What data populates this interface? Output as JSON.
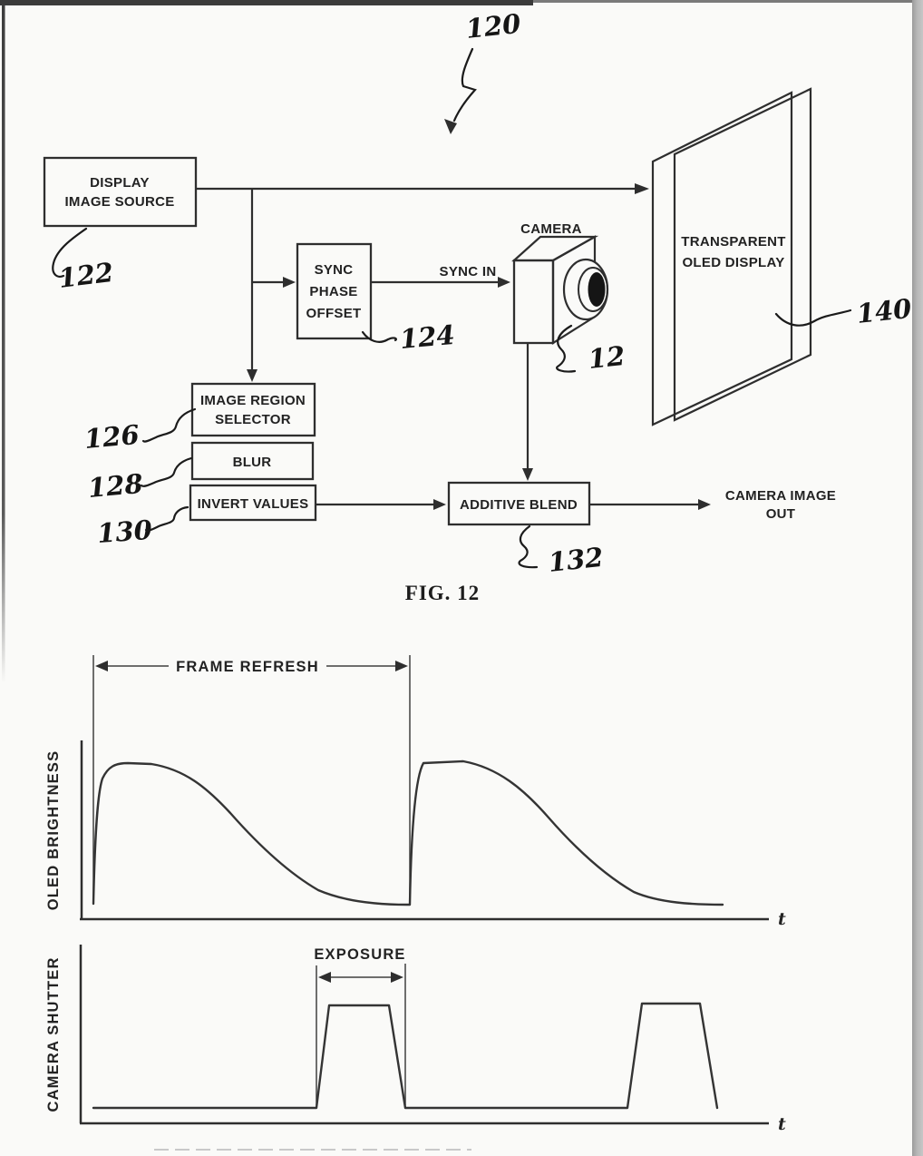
{
  "page": {
    "fig_caption": "FIG. 12"
  },
  "colors": {
    "ink": "#2e2e2e",
    "background": "#fafaf8",
    "pupil": "#151515",
    "scan_edge": "#b5b5b5"
  },
  "blocks": {
    "display_image_source": {
      "line1": "DISPLAY",
      "line2": "IMAGE SOURCE"
    },
    "sync_phase_offset": {
      "line1": "SYNC",
      "line2": "PHASE",
      "line3": "OFFSET"
    },
    "image_region_selector": {
      "line1": "IMAGE REGION",
      "line2": "SELECTOR"
    },
    "blur": {
      "label": "BLUR"
    },
    "invert_values": {
      "label": "INVERT VALUES"
    },
    "additive_blend": {
      "label": "ADDITIVE BLEND"
    }
  },
  "labels": {
    "camera": "CAMERA",
    "sync_in": "SYNC IN",
    "transparent_oled_1": "TRANSPARENT",
    "transparent_oled_2": "OLED DISPLAY",
    "camera_image_out_1": "CAMERA IMAGE",
    "camera_image_out_2": "OUT"
  },
  "ref_numerals": {
    "r120": "120",
    "r122": "122",
    "r124": "124",
    "r126": "126",
    "r128": "128",
    "r130": "130",
    "r132": "132",
    "r12": "12",
    "r140": "140"
  },
  "timing": {
    "frame_refresh": "FRAME REFRESH",
    "exposure": "EXPOSURE",
    "oled_axis": "OLED BRIGHTNESS",
    "shutter_axis": "CAMERA SHUTTER",
    "t1": "t",
    "t2": "t"
  },
  "chart_data": [
    {
      "type": "line",
      "title": "OLED BRIGHTNESS timing",
      "xlabel": "t",
      "ylabel": "OLED BRIGHTNESS",
      "grid": false,
      "x_units": "frame periods (normalized)",
      "y_units": "relative brightness (0-1)",
      "series": [
        {
          "name": "oled_brightness",
          "x": [
            0,
            0.02,
            0.05,
            0.09,
            0.16,
            0.3,
            0.43,
            0.56,
            0.7,
            0.86,
            0.99,
            1.0,
            1.02,
            1.04,
            1.17,
            1.31,
            1.44,
            1.58,
            1.71,
            1.87,
            1.99
          ],
          "y": [
            0.02,
            0.55,
            0.88,
            0.99,
            1.0,
            0.93,
            0.65,
            0.37,
            0.16,
            0.04,
            0.01,
            0.01,
            0.6,
            0.99,
            1.0,
            0.92,
            0.6,
            0.33,
            0.14,
            0.03,
            0.01
          ]
        }
      ],
      "annotations": [
        {
          "label": "FRAME REFRESH",
          "span_x": [
            0,
            1
          ],
          "style": "double-headed arrow between vertical marker lines"
        }
      ]
    },
    {
      "type": "line",
      "title": "CAMERA SHUTTER timing",
      "xlabel": "t",
      "ylabel": "CAMERA SHUTTER",
      "grid": false,
      "x_units": "frame periods (normalized)",
      "y_units": "shutter open (0-1)",
      "series": [
        {
          "name": "camera_shutter",
          "x": [
            0,
            0.71,
            0.75,
            0.94,
            0.99,
            1.7,
            1.74,
            1.93,
            1.99
          ],
          "y": [
            0,
            0,
            1,
            1,
            0,
            0,
            1,
            1,
            0
          ]
        }
      ],
      "annotations": [
        {
          "label": "EXPOSURE",
          "span_x": [
            0.71,
            0.99
          ],
          "style": "double-headed arrow between vertical guide lines above first pulse"
        }
      ]
    }
  ]
}
